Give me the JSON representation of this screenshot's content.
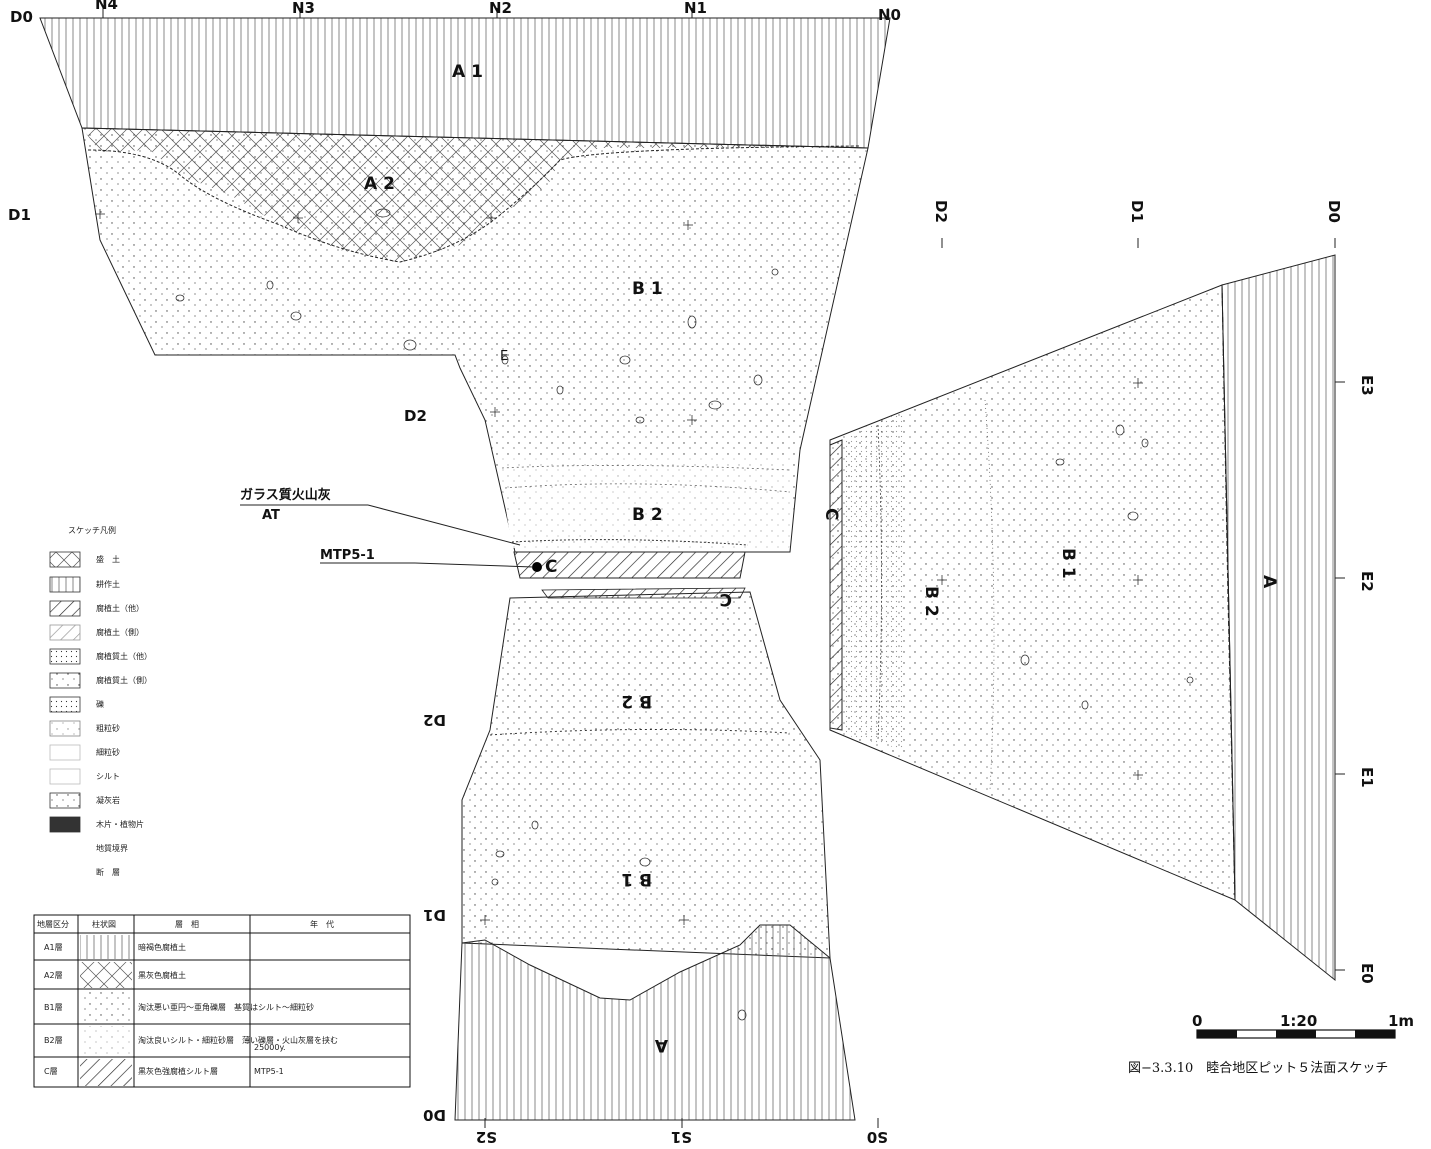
{
  "north_wall": {
    "top_ticks": [
      "N4",
      "N3",
      "N2",
      "N1",
      "N0"
    ],
    "depth_labels": [
      "D0",
      "D1",
      "D2"
    ],
    "layers": [
      "A 1",
      "A 2",
      "B 1",
      "B 2",
      "C",
      "E"
    ]
  },
  "south_wall": {
    "bottom_ticks": [
      "S2",
      "S1",
      "S0"
    ],
    "depth_labels": [
      "D2",
      "D1",
      "D0"
    ],
    "layers": [
      "C",
      "B 2",
      "B 1",
      "A"
    ]
  },
  "east_wall": {
    "top_labels": [
      "D2",
      "D1",
      "D0"
    ],
    "side_ticks": [
      "E3",
      "E2",
      "E1",
      "E0"
    ],
    "layers": [
      "C",
      "B 2",
      "B 1",
      "A"
    ]
  },
  "annotations": {
    "glass_ash": "ガラス質火山灰",
    "glass_ash_sub": "AT",
    "sample": "MTP5-1"
  },
  "legend": {
    "title": "スケッチ凡例",
    "items": [
      "盛　土",
      "耕作土",
      "腐植土（他）",
      "腐植土（側）",
      "腐植質土（他）",
      "腐植質土（側）",
      "礫",
      "粗粒砂",
      "細粒砂",
      "シルト",
      "凝灰岩",
      "木片・植物片",
      "地質境界",
      "断　層"
    ]
  },
  "strat_table": {
    "headers": [
      "地層区分",
      "柱状図",
      "層　相",
      "年　代"
    ],
    "rows": [
      {
        "name": "A1層",
        "desc": "暗褐色腐植土",
        "age": ""
      },
      {
        "name": "A2層",
        "desc": "黒灰色腐植土",
        "age": ""
      },
      {
        "name": "B1層",
        "desc": "淘汰悪い亜円～亜角礫層　基質はシルト～細粒砂",
        "age": ""
      },
      {
        "name": "B2層",
        "desc": "淘汰良いシルト・細粒砂層　薄い礫層・火山灰層を挟む",
        "age": "25000y."
      },
      {
        "name": "C層",
        "desc": "黒灰色強腐植シルト層",
        "age": "MTP5-1"
      }
    ]
  },
  "scale": {
    "start": "0",
    "mid": "1:20",
    "end": "1m"
  },
  "caption": "図−3.3.10　睦合地区ピット５法面スケッチ"
}
